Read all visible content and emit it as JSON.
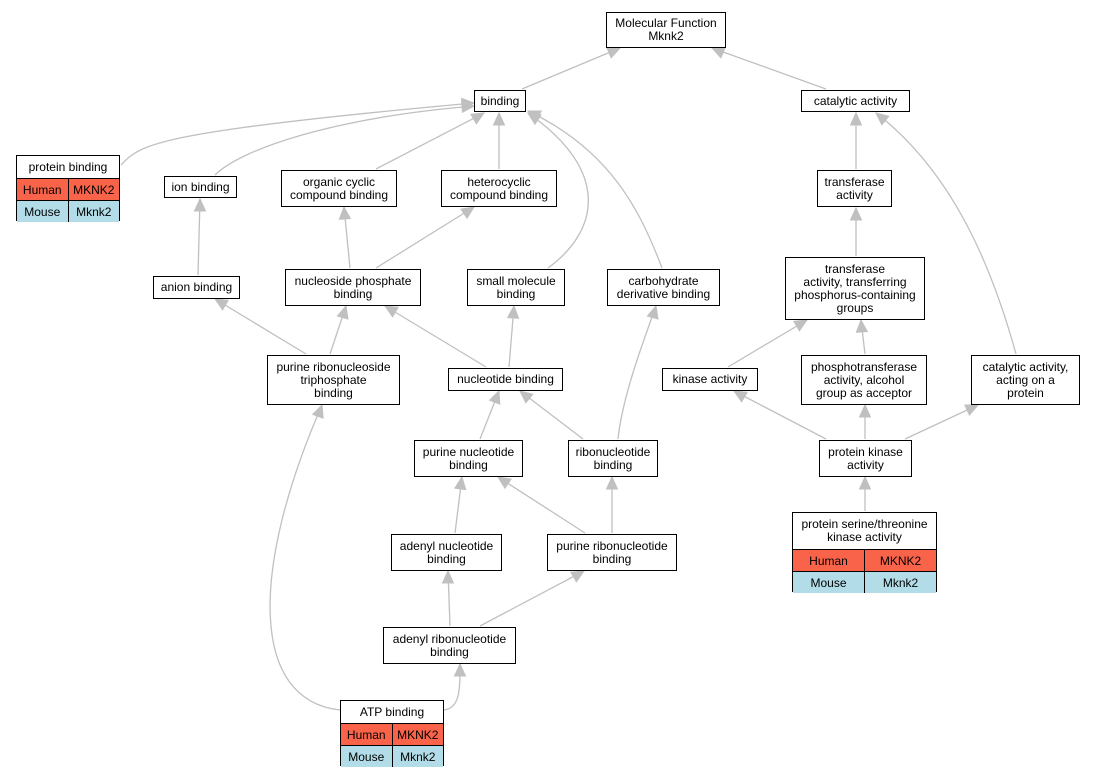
{
  "colors": {
    "edge": "#c0c0c0",
    "human": "#f9634a",
    "mouse": "#b2dde8",
    "border": "#000000"
  },
  "nodes": {
    "mf": "Molecular Function\nMknk2",
    "binding": "binding",
    "catalytic": "catalytic activity",
    "ion": "ion binding",
    "organic": "organic cyclic\ncompound binding",
    "heterocyclic": "heterocyclic\ncompound binding",
    "transferase": "transferase\nactivity",
    "anion": "anion binding",
    "nucphos": "nucleoside phosphate\nbinding",
    "smallmol": "small molecule\nbinding",
    "carbo": "carbohydrate\nderivative binding",
    "transphos": "transferase\nactivity, transferring\nphosphorus-containing\ngroups",
    "purineribotri": "purine ribonucleoside\ntriphosphate\nbinding",
    "nucleotide": "nucleotide binding",
    "kinase": "kinase activity",
    "phosphotrans": "phosphotransferase\nactivity, alcohol\ngroup as acceptor",
    "catprot": "catalytic activity,\nacting on a\nprotein",
    "purinenuc": "purine nucleotide\nbinding",
    "ribonuc": "ribonucleotide\nbinding",
    "protkinase": "protein kinase\nactivity",
    "adenylnuc": "adenyl nucleotide\nbinding",
    "purineribonuc": "purine ribonucleotide\nbinding",
    "adenylribo": "adenyl ribonucleotide\nbinding"
  },
  "annotated": {
    "protein_binding": {
      "title": "protein binding",
      "human_label": "Human",
      "human_gene": "MKNK2",
      "mouse_label": "Mouse",
      "mouse_gene": "Mknk2"
    },
    "serthr": {
      "title": "protein serine/threonine\nkinase activity",
      "human_label": "Human",
      "human_gene": "MKNK2",
      "mouse_label": "Mouse",
      "mouse_gene": "Mknk2"
    },
    "atp": {
      "title": "ATP binding",
      "human_label": "Human",
      "human_gene": "MKNK2",
      "mouse_label": "Mouse",
      "mouse_gene": "Mknk2"
    }
  }
}
